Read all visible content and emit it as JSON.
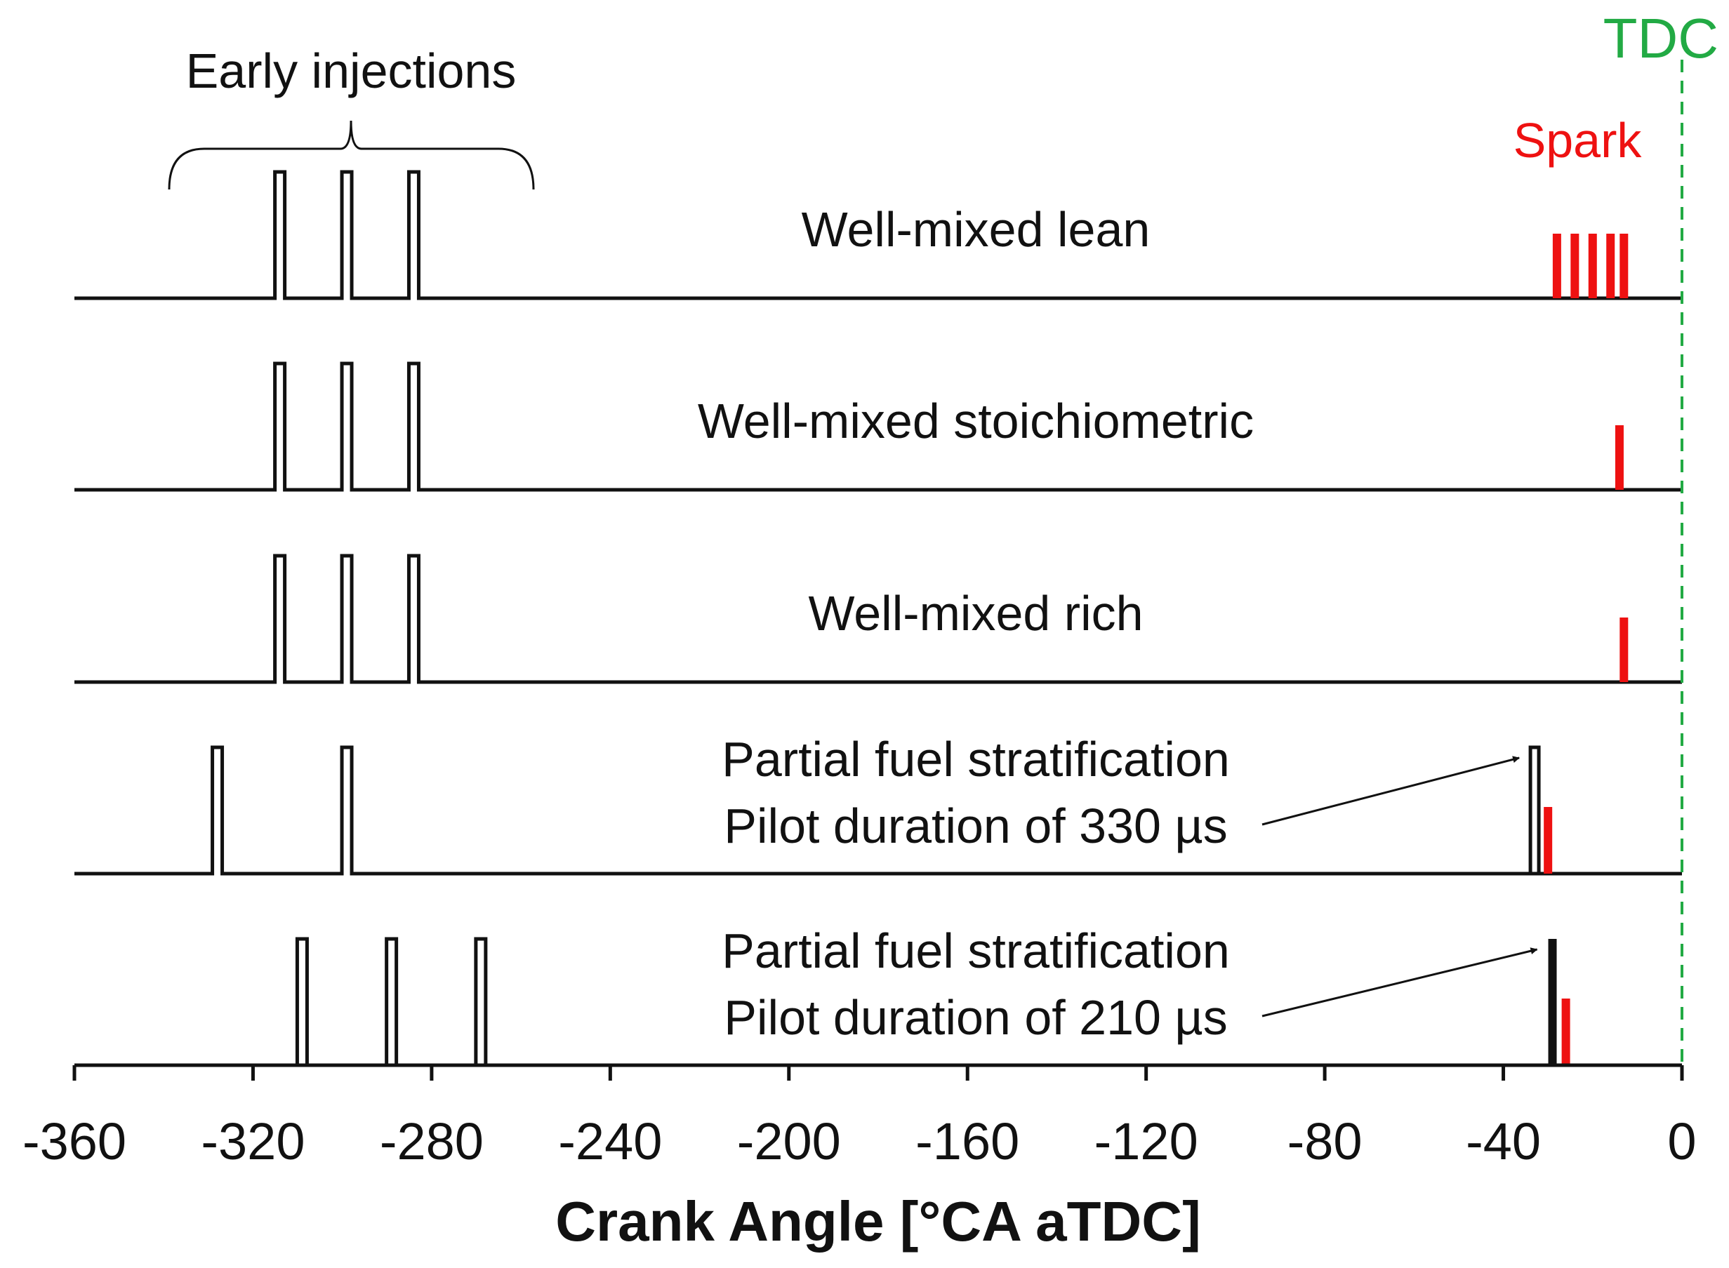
{
  "annotations": {
    "early_injections": "Early injections",
    "spark": "Spark",
    "tdc": "TDC"
  },
  "axis": {
    "title": "Crank Angle [°CA aTDC]",
    "min": -360,
    "max": 0,
    "ticks": [
      -360,
      -320,
      -280,
      -240,
      -200,
      -160,
      -120,
      -80,
      -40,
      0
    ]
  },
  "colors": {
    "line": "#111111",
    "spark": "#ee1111",
    "tdc": "#22aa44"
  },
  "rows": [
    {
      "label_lines": [
        "Well-mixed lean"
      ],
      "injections": [
        -314,
        -299,
        -284
      ],
      "pilot": null,
      "sparks": [
        -28,
        -24,
        -20,
        -16,
        -13
      ]
    },
    {
      "label_lines": [
        "Well-mixed stoichiometric"
      ],
      "injections": [
        -314,
        -299,
        -284
      ],
      "pilot": null,
      "sparks": [
        -14
      ]
    },
    {
      "label_lines": [
        "Well-mixed rich"
      ],
      "injections": [
        -314,
        -299,
        -284
      ],
      "pilot": null,
      "sparks": [
        -13
      ]
    },
    {
      "label_lines": [
        "Partial fuel stratification",
        "Pilot duration of 330 µs"
      ],
      "injections": [
        -328,
        -299
      ],
      "pilot": {
        "position": -33,
        "style": "open"
      },
      "sparks": [
        -30
      ]
    },
    {
      "label_lines": [
        "Partial fuel stratification",
        "Pilot duration of 210 µs"
      ],
      "injections": [
        -309,
        -289,
        -269
      ],
      "pilot": {
        "position": -29,
        "style": "solid"
      },
      "sparks": [
        -26
      ]
    }
  ]
}
